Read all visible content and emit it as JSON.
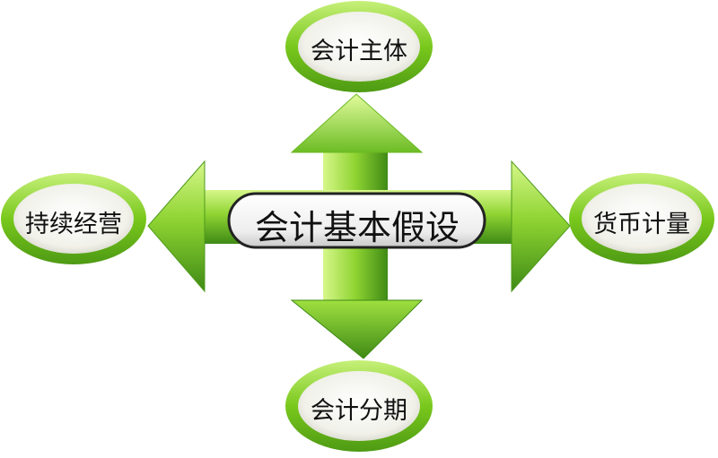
{
  "center": {
    "label": "会计基本假设"
  },
  "nodes": {
    "top": {
      "label": "会计主体"
    },
    "left": {
      "label": "持续经营"
    },
    "right": {
      "label": "货币计量"
    },
    "bottom": {
      "label": "会计分期"
    }
  },
  "colors": {
    "arrow_light": "#c9f07a",
    "arrow_mid": "#8fd432",
    "arrow_dark": "#4d9a1c",
    "ring_green": "#7acb1e",
    "node_fill": "#f7f7f2",
    "center_fill": "#f4f4f4"
  }
}
